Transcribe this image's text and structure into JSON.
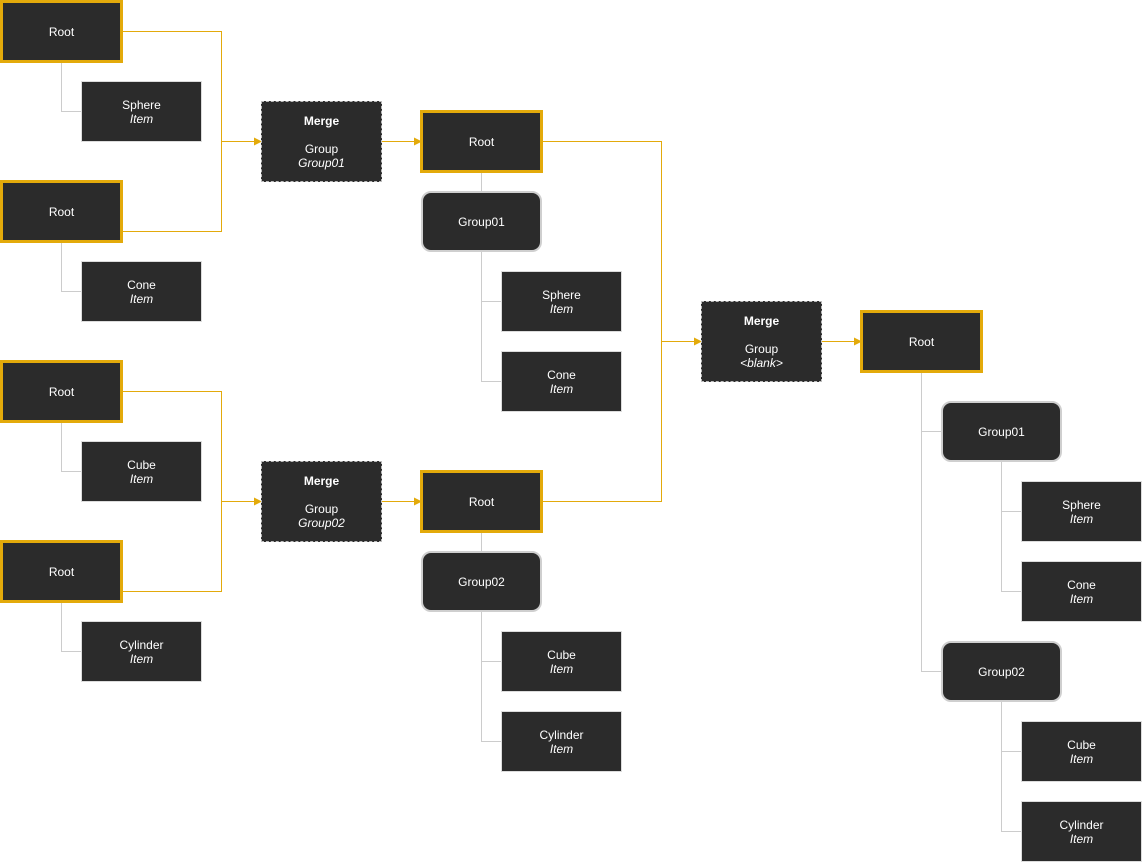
{
  "colors": {
    "accent": "#e3aa0b",
    "node_fill": "#2b2b2b",
    "connector_gray": "#cccccc"
  },
  "labels": {
    "root": "Root",
    "merge": "Merge",
    "group": "Group",
    "item": "Item",
    "sphere": "Sphere",
    "cone": "Cone",
    "cube": "Cube",
    "cylinder": "Cylinder",
    "group01": "Group01",
    "group02": "Group02",
    "blank": "<blank>"
  }
}
